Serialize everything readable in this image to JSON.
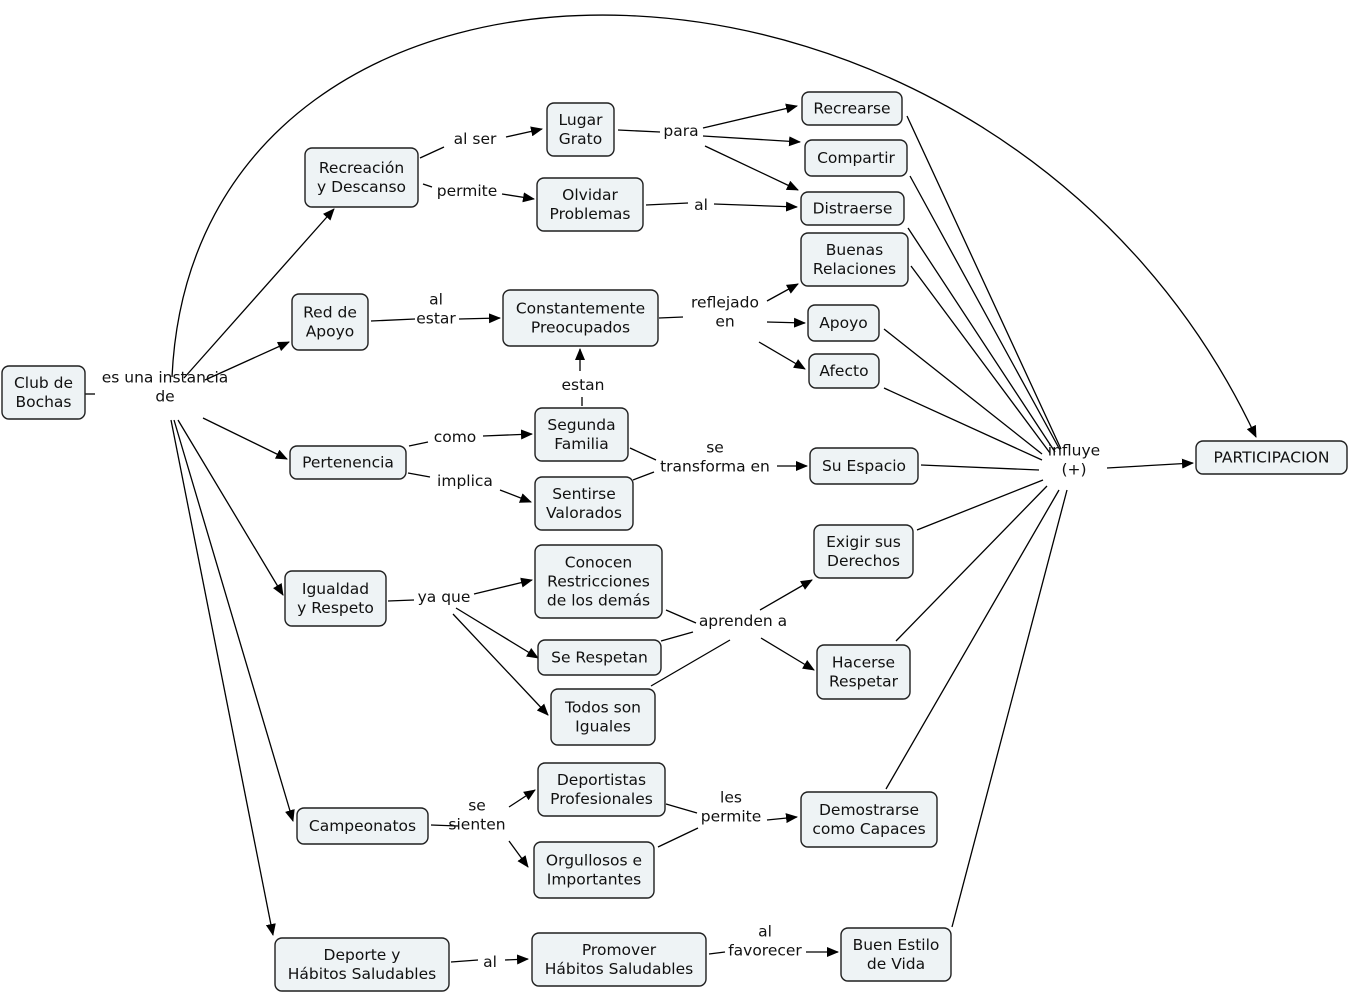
{
  "nodes": {
    "club": [
      "Club de",
      "Bochas"
    ],
    "recreacion": [
      "Recreación",
      "y Descanso"
    ],
    "lugar": [
      "Lugar",
      "Grato"
    ],
    "recrearse": [
      "Recrearse"
    ],
    "compartir": [
      "Compartir"
    ],
    "distraerse": [
      "Distraerse"
    ],
    "olvidar": [
      "Olvidar",
      "Problemas"
    ],
    "buenas": [
      "Buenas",
      "Relaciones"
    ],
    "reddeapoyo": [
      "Red de",
      "Apoyo"
    ],
    "constantemente": [
      "Constantemente",
      "Preocupados"
    ],
    "apoyo": [
      "Apoyo"
    ],
    "afecto": [
      "Afecto"
    ],
    "segunda": [
      "Segunda",
      "Familia"
    ],
    "pertenencia": [
      "Pertenencia"
    ],
    "sentirse": [
      "Sentirse",
      "Valorados"
    ],
    "suespacio": [
      "Su Espacio"
    ],
    "participacion": [
      "PARTICIPACION"
    ],
    "exigir": [
      "Exigir sus",
      "Derechos"
    ],
    "conocen": [
      "Conocen",
      "Restricciones",
      "de los demás"
    ],
    "igualdad": [
      "Igualdad",
      "y Respeto"
    ],
    "serespetan": [
      "Se Respetan"
    ],
    "hacerse": [
      "Hacerse",
      "Respetar"
    ],
    "todos": [
      "Todos son",
      "Iguales"
    ],
    "deportistas": [
      "Deportistas",
      "Profesionales"
    ],
    "campeonatos": [
      "Campeonatos"
    ],
    "demostrarse": [
      "Demostrarse",
      "como Capaces"
    ],
    "orgullosos": [
      "Orgullosos e",
      "Importantes"
    ],
    "deporte": [
      "Deporte y",
      "Hábitos Saludables"
    ],
    "promover": [
      "Promover",
      "Hábitos Saludables"
    ],
    "buenestilo": [
      "Buen Estilo",
      "de Vida"
    ]
  },
  "links": {
    "es_una_instancia": [
      "es una instancia",
      "de"
    ],
    "al_ser": [
      "al ser"
    ],
    "permite": [
      "permite"
    ],
    "para": [
      "para"
    ],
    "al_1": [
      "al"
    ],
    "al_estar": [
      "al",
      "estar"
    ],
    "reflejado_en": [
      "reflejado",
      "en"
    ],
    "estan": [
      "estan"
    ],
    "como": [
      "como"
    ],
    "implica": [
      "implica"
    ],
    "se_transforma": [
      "se",
      "transforma en"
    ],
    "influye": [
      "influye",
      "(+)"
    ],
    "ya_que": [
      "ya que"
    ],
    "aprenden_a": [
      "aprenden a"
    ],
    "se_sienten": [
      "se",
      "sienten"
    ],
    "les_permite": [
      "les",
      "permite"
    ],
    "al_2": [
      "al"
    ],
    "al_favorecer": [
      "al",
      "favorecer"
    ]
  }
}
